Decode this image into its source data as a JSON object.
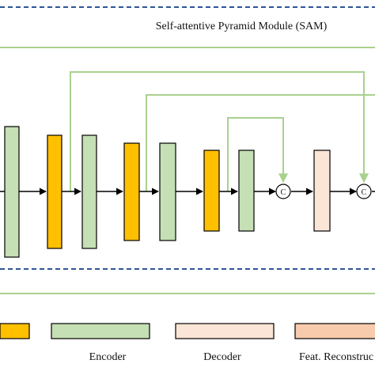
{
  "module_title": "Self-attentive Pyramid Module (SAM)",
  "concat_symbol": "C",
  "legend": {
    "encoder": "Encoder",
    "decoder": "Decoder",
    "feat_reconstruction": "Feat. Reconstruc"
  },
  "colors": {
    "orange_block": "#ffc000",
    "green_block": "#c5e0b4",
    "decoder_block": "#fbe5d6",
    "feat_reconstruction_block": "#f8cbad",
    "skip_connection": "#a9d18e",
    "dashed_border": "#2e5597",
    "stroke": "#000000"
  }
}
